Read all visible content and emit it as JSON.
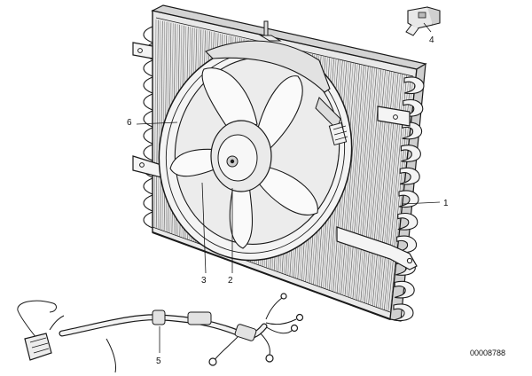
{
  "diagram": {
    "callouts": [
      {
        "id": "1",
        "label": "1"
      },
      {
        "id": "2",
        "label": "2"
      },
      {
        "id": "3",
        "label": "3"
      },
      {
        "id": "4",
        "label": "4"
      },
      {
        "id": "5",
        "label": "5"
      },
      {
        "id": "6",
        "label": "6"
      }
    ],
    "part_number": "00008788"
  }
}
